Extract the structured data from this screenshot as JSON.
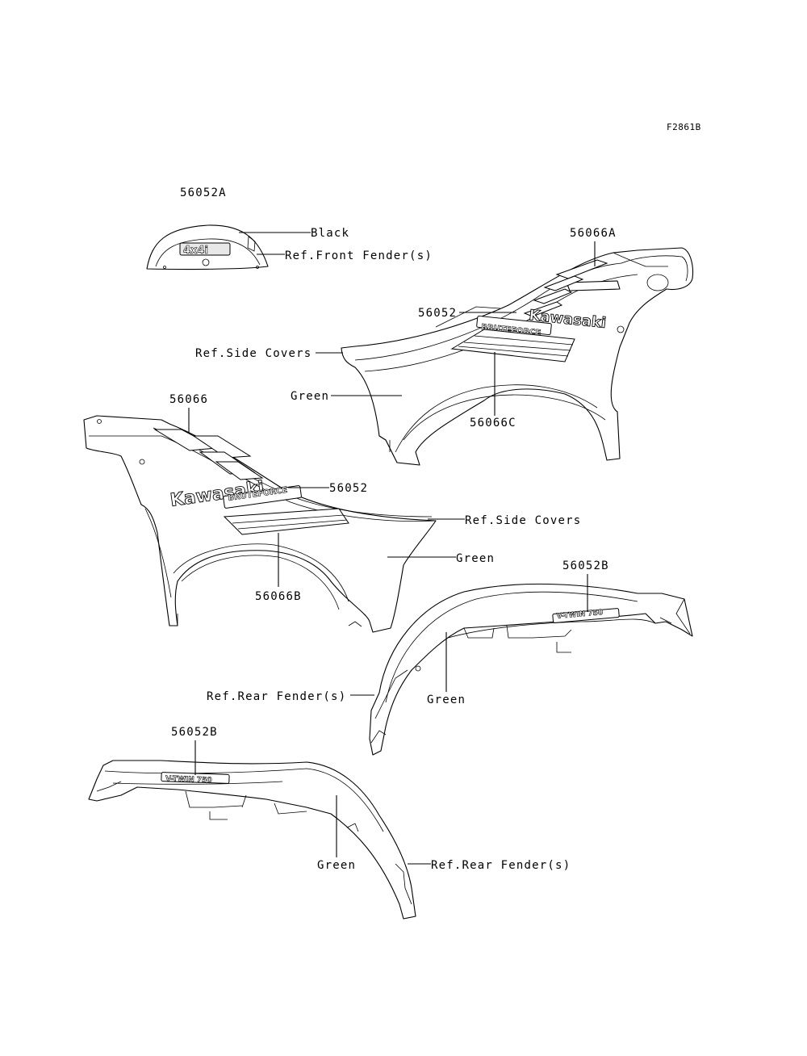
{
  "figure_code": "F2861B",
  "labels": {
    "p56052A": "56052A",
    "black": "Black",
    "ref_front_fender": "Ref.Front Fender(s)",
    "p56066A": "56066A",
    "p56052_top": "56052",
    "ref_side_covers_top": "Ref.Side Covers",
    "green_top": "Green",
    "p56066C": "56066C",
    "p56066": "56066",
    "p56052_mid": "56052",
    "ref_side_covers_mid": "Ref.Side Covers",
    "green_mid": "Green",
    "p56066B": "56066B",
    "p56052B_upper": "56052B",
    "ref_rear_fender_upper": "Ref.Rear Fender(s)",
    "green_rear_upper": "Green",
    "p56052B_lower": "56052B",
    "green_rear_lower": "Green",
    "ref_rear_fender_lower": "Ref.Rear Fender(s)"
  },
  "decal_text": {
    "badge_4x4": "4x4i",
    "kawasaki": "Kawasaki",
    "bruteforce": "BRUTEFORCE",
    "v_twin": "V-TWIN 750"
  }
}
